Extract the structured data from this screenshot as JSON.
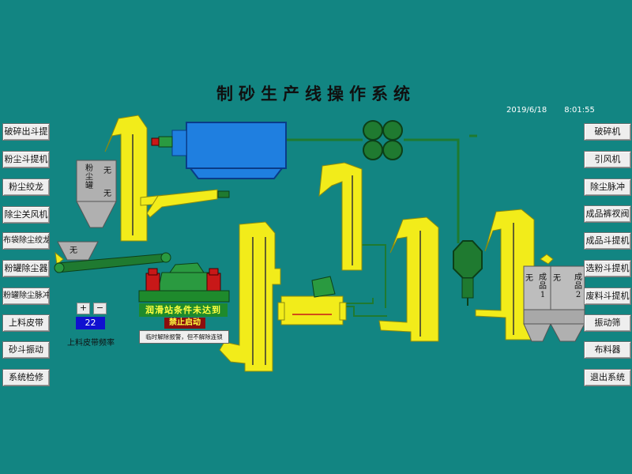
{
  "title": "制砂生产线操作系统",
  "datetime": {
    "date": "2019/6/18",
    "time": "8:01:55"
  },
  "left_buttons": [
    "破碎出斗提",
    "粉尘斗提机",
    "粉尘绞龙",
    "除尘关风机",
    "布袋除尘绞龙",
    "粉罐除尘器",
    "粉罐除尘脉冲",
    "上料皮带",
    "砂斗振动",
    "系统检修"
  ],
  "right_buttons": [
    "破碎机",
    "引风机",
    "除尘脉冲",
    "成品裤衩阀",
    "成品斗提机",
    "选粉斗提机",
    "废料斗提机",
    "振动筛",
    "布料器",
    "退出系统"
  ],
  "freq": {
    "plus": "+",
    "minus": "−",
    "value": "22",
    "label": "上料皮带频率"
  },
  "dust_tank": {
    "label": "粉尘罐",
    "status_top": "无",
    "status_bottom": "无"
  },
  "hopper": {
    "status": "无"
  },
  "product": {
    "bin1": {
      "name": "成品1",
      "status": "无"
    },
    "bin2": {
      "name": "成品2",
      "status": "无"
    }
  },
  "alarm": {
    "condition": "润滑站条件未达到",
    "forbid": "禁止启动",
    "note": "临时解除报警，但不解除连锁"
  },
  "colors": {
    "background": "#128582",
    "elevator": "#f2ec1a",
    "crusher": "#1f7fe0",
    "pipe": "#1f7a30"
  }
}
